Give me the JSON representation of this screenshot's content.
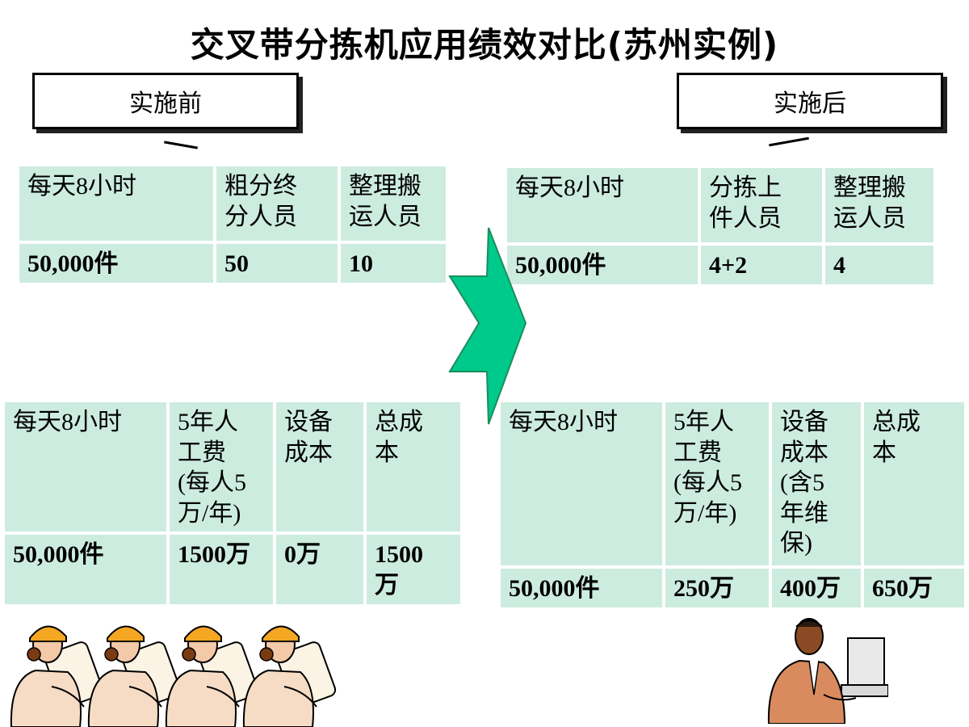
{
  "title": "交叉带分拣机应用绩效对比(苏州实例)",
  "labels": {
    "before": "实施前",
    "after": "实施后"
  },
  "tables": {
    "before_staff": {
      "headers": [
        "每天8小时",
        "粗分终\n分人员",
        "整理搬\n运人员"
      ],
      "row": [
        "50,000件",
        "50",
        "10"
      ]
    },
    "after_staff": {
      "headers": [
        "每天8小时",
        "分拣上\n件人员",
        "整理搬\n运人员"
      ],
      "row": [
        "50,000件",
        "4+2",
        "4"
      ]
    },
    "before_cost": {
      "headers": [
        "每天8小时",
        "5年人\n工费\n(每人5\n万/年)",
        "设备\n成本",
        "总成\n本"
      ],
      "row": [
        "50,000件",
        "1500万",
        "0万",
        "1500\n万"
      ]
    },
    "after_cost": {
      "headers": [
        "每天8小时",
        "5年人\n工费\n(每人5\n万/年)",
        "设备\n成本\n(含5\n年维\n保)",
        "总成\n本"
      ],
      "row": [
        "50,000件",
        "250万",
        "400万",
        "650万"
      ]
    }
  },
  "colors": {
    "cell_fill": "#cdece0",
    "arrow": "#00c98c",
    "arrow_stroke": "#1b8e5a"
  },
  "icons": [
    "worker-with-blueprints-icon",
    "office-worker-at-computer-icon",
    "right-arrow-icon"
  ]
}
